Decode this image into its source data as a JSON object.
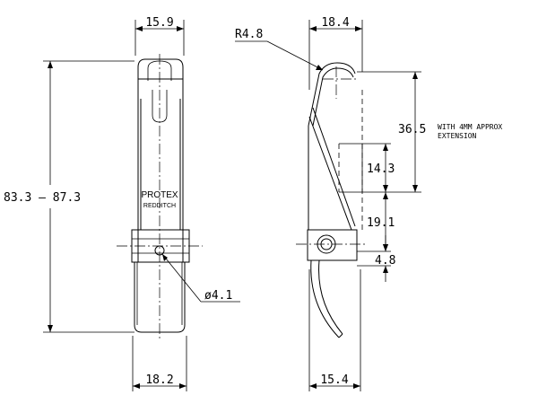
{
  "front_view": {
    "dim_top_width": "15.9",
    "dim_height": "83.3 – 87.3",
    "dim_bottom_width": "18.2",
    "dim_hole": "ø4.1",
    "brand_line1": "PROTEX",
    "brand_line2": "REDDITCH"
  },
  "side_view": {
    "dim_radius": "R4.8",
    "dim_top_width": "18.4",
    "dim_bottom_width": "15.4",
    "dim_extension": "36.5",
    "note_line1": "WITH 4MM APPROX",
    "note_line2": "EXTENSION",
    "dim_14": "14.3",
    "dim_19": "19.1",
    "dim_48": "4.8"
  }
}
